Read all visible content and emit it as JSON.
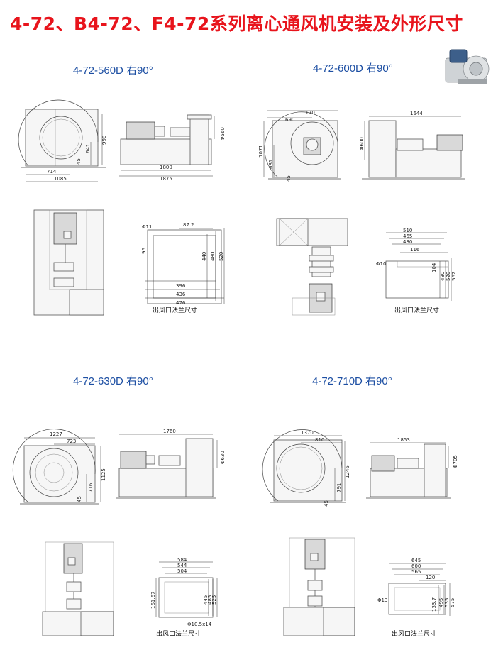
{
  "title": "4-72、B4-72、F4-72系列离心通风机安装及外形尺寸",
  "caption": "出风口法兰尺寸",
  "models": [
    {
      "name": "4-72-560D 右90°",
      "side_view": [
        "714",
        "1085",
        "641",
        "45",
        "998"
      ],
      "front_view": [
        "1800",
        "1875",
        "Φ560"
      ],
      "flange": [
        "Φ11",
        "87.2",
        "96",
        "396",
        "436",
        "476",
        "440",
        "480",
        "520"
      ]
    },
    {
      "name": "4-72-600D 右90°",
      "side_view": [
        "1170",
        "690",
        "1071",
        "681",
        "45"
      ],
      "front_view": [
        "1644",
        "Φ600"
      ],
      "flange": [
        "510",
        "465",
        "430",
        "116",
        "Φ10",
        "104",
        "480",
        "520",
        "562"
      ]
    },
    {
      "name": "4-72-630D 右90°",
      "side_view": [
        "1227",
        "723",
        "716",
        "1125",
        "45"
      ],
      "front_view": [
        "1760",
        "Φ630"
      ],
      "flange": [
        "584",
        "544",
        "504",
        "161.67",
        "445",
        "485",
        "525",
        "Φ10.5x14"
      ]
    },
    {
      "name": "4-72-710D 右90°",
      "side_view": [
        "1370",
        "810",
        "791",
        "1246",
        "45"
      ],
      "front_view": [
        "1853",
        "Φ705"
      ],
      "flange": [
        "645",
        "600",
        "565",
        "120",
        "Φ13",
        "133.7",
        "495",
        "535",
        "575"
      ]
    }
  ]
}
